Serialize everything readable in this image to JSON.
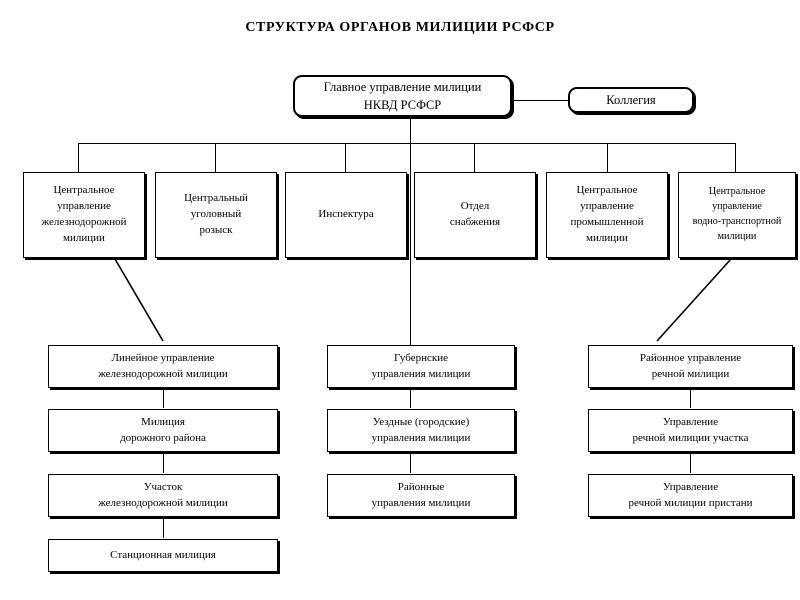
{
  "diagram": {
    "title": "СТРУКТУРА ОРГАНОВ МИЛИЦИИ РСФСР",
    "root": {
      "label_line1": "Главное управление милиции",
      "label_line2": "НКВД РСФСР"
    },
    "collegium": {
      "label": "Коллегия"
    },
    "departments": [
      {
        "line1": "Центральное",
        "line2": "управление",
        "line3": "железнодорожной",
        "line4": "милиции"
      },
      {
        "line1": "Центральный",
        "line2": "уголовный",
        "line3": "розыск",
        "line4": ""
      },
      {
        "line1": "Инспектура",
        "line2": "",
        "line3": "",
        "line4": ""
      },
      {
        "line1": "Отдел",
        "line2": "снабжения",
        "line3": "",
        "line4": ""
      },
      {
        "line1": "Центральное",
        "line2": "управление",
        "line3": "промышленной",
        "line4": "милиции"
      },
      {
        "line1": "Центральное",
        "line2": "управление",
        "line3": "водно-транспортной",
        "line4": "милиции"
      }
    ],
    "columns": [
      {
        "name": "railway-chain",
        "nodes": [
          {
            "line1": "Линейное управление",
            "line2": "железнодорожной милиции"
          },
          {
            "line1": "Милиция",
            "line2": "дорожного района"
          },
          {
            "line1": "Участок",
            "line2": "железнодорожной милиции"
          },
          {
            "line1": "Станционная милиция",
            "line2": ""
          }
        ]
      },
      {
        "name": "territorial-chain",
        "nodes": [
          {
            "line1": "Губернские",
            "line2": "управления  милиции"
          },
          {
            "line1": "Уездные (городские)",
            "line2": "управления милиции"
          },
          {
            "line1": "Районные",
            "line2": "управления милиции"
          }
        ]
      },
      {
        "name": "river-chain",
        "nodes": [
          {
            "line1": "Районное управление",
            "line2": "речной милиции"
          },
          {
            "line1": "Управление",
            "line2": "речной милиции участка"
          },
          {
            "line1": "Управление",
            "line2": "речной милиции пристани"
          }
        ]
      }
    ],
    "colors": {
      "line": "#000000",
      "box_fill": "#ffffff",
      "text": "#000000"
    }
  }
}
